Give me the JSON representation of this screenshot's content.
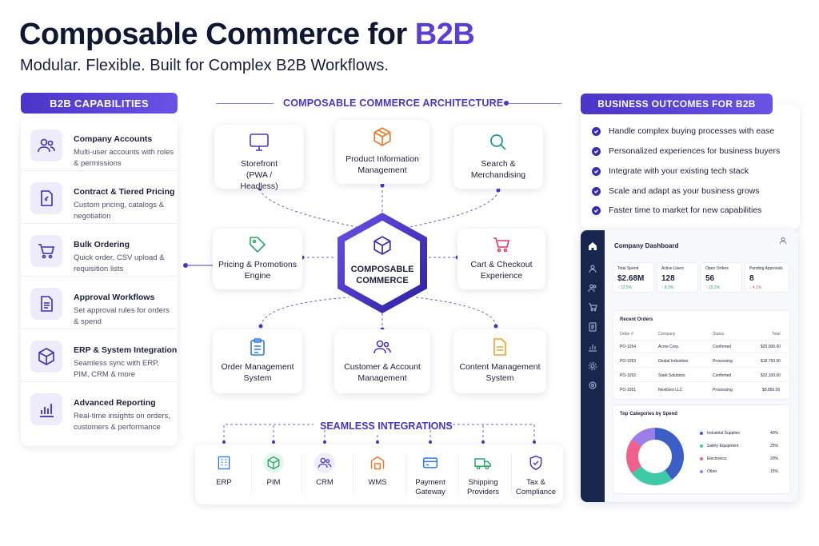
{
  "header": {
    "title_main": "Composable Commerce for ",
    "title_accent": "B2B",
    "subtitle": "Modular. Flexible. Built for Complex B2B Workflows."
  },
  "capabilities": {
    "heading": "B2B CAPABILITIES",
    "items": [
      {
        "title": "Company Accounts",
        "desc": "Multi-user accounts with roles & permissions",
        "icon": "users-icon"
      },
      {
        "title": "Contract & Tiered Pricing",
        "desc": "Custom pricing, catalogs & negotiation",
        "icon": "contract-icon"
      },
      {
        "title": "Bulk Ordering",
        "desc": "Quick order, CSV upload & requisition lists",
        "icon": "cart-icon"
      },
      {
        "title": "Approval Workflows",
        "desc": "Set approval rules for orders & spend",
        "icon": "document-icon"
      },
      {
        "title": "ERP & System Integration",
        "desc": "Seamless sync with ERP, PIM, CRM & more",
        "icon": "cube-icon"
      },
      {
        "title": "Advanced Reporting",
        "desc": "Real-time insights on orders, customers & performance",
        "icon": "bar-chart-icon"
      }
    ]
  },
  "architecture": {
    "heading": "COMPOSABLE COMMERCE ARCHITECTURE",
    "core": "COMPOSABLE COMMERCE",
    "nodes": {
      "storefront": "Storefront (PWA / Headless)",
      "pim": "Product Information Management",
      "search": "Search & Merchandising",
      "pricing": "Pricing & Promotions Engine",
      "cart": "Cart & Checkout Experience",
      "oms": "Order Management System",
      "cam": "Customer & Account Management",
      "cms": "Content Management System"
    }
  },
  "integrations": {
    "heading": "SEAMLESS INTEGRATIONS",
    "items": [
      {
        "label": "ERP",
        "icon": "building-icon"
      },
      {
        "label": "PIM",
        "icon": "cube-icon"
      },
      {
        "label": "CRM",
        "icon": "users-icon"
      },
      {
        "label": "WMS",
        "icon": "warehouse-icon"
      },
      {
        "label": "Payment Gateway",
        "icon": "card-icon"
      },
      {
        "label": "Shipping Providers",
        "icon": "truck-icon"
      },
      {
        "label": "Tax & Compliance",
        "icon": "shield-icon"
      }
    ]
  },
  "outcomes": {
    "heading": "BUSINESS OUTCOMES FOR B2B",
    "items": [
      "Handle complex buying processes with ease",
      "Personalized experiences for business buyers",
      "Integrate with your existing tech stack",
      "Scale and adapt as your business grows",
      "Faster time to market for new capabilities"
    ]
  },
  "dashboard": {
    "title": "Company Dashboard",
    "kpis": [
      {
        "label": "Total Spend",
        "value": "$2.68M",
        "delta": "↑ 12.5%",
        "trend": "up"
      },
      {
        "label": "Active Users",
        "value": "128",
        "delta": "↑ 8.3%",
        "trend": "up"
      },
      {
        "label": "Open Orders",
        "value": "56",
        "delta": "↑ 15.2%",
        "trend": "up"
      },
      {
        "label": "Pending Approvals",
        "value": "8",
        "delta": "↓ 4.1%",
        "trend": "down"
      }
    ],
    "orders": {
      "title": "Recent Orders",
      "columns": [
        "Order #",
        "Company",
        "Status",
        "Total"
      ],
      "rows": [
        [
          "PO-1054",
          "Acme Corp.",
          "Confirmed",
          "$25,000.00"
        ],
        [
          "PO-1053",
          "Global Industries",
          "Processing",
          "$18,750.00"
        ],
        [
          "PO-1052",
          "Stark Solutions",
          "Confirmed",
          "$32,100.00"
        ],
        [
          "PO-1051",
          "NextGen LLC",
          "Processing",
          "$9,850.00"
        ]
      ]
    },
    "categories": {
      "title": "Top Categories by Spend",
      "items": [
        {
          "name": "Industrial Supplies",
          "pct": "40%",
          "value": 40,
          "color": "#3b5fc4"
        },
        {
          "name": "Safety Equipment",
          "pct": "25%",
          "value": 25,
          "color": "#3ec9a7"
        },
        {
          "name": "Electronics",
          "pct": "20%",
          "value": 20,
          "color": "#f0608e"
        },
        {
          "name": "Other",
          "pct": "15%",
          "value": 15,
          "color": "#9b7ee8"
        }
      ]
    }
  },
  "colors": {
    "accent": "#4b35c9",
    "navy": "#16264d",
    "positive": "#2aa56b",
    "negative": "#e05260"
  }
}
